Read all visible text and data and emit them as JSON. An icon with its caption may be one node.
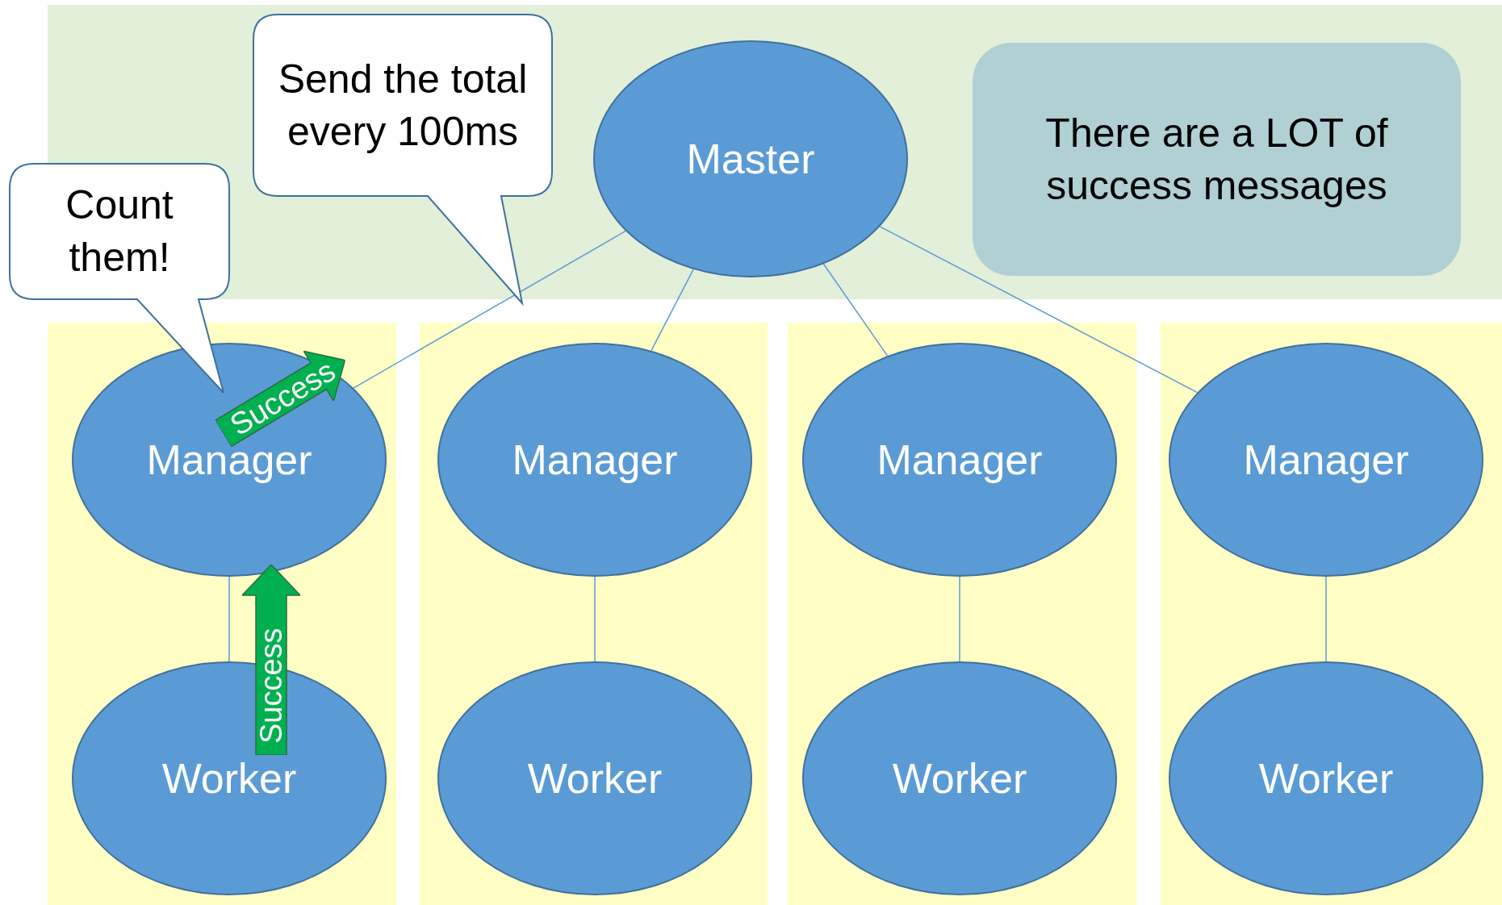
{
  "diagram": {
    "nodes": [
      {
        "text": [],
        "shape": "box"
      },
      {
        "text": [
          "Master"
        ],
        "in": 0
      },
      {
        "text": [
          "There are a LOT of success messages"
        ],
        "in": 0
      },
      {
        "text": [
          "Send the total every 100ms"
        ],
        "in": 0
      },
      {
        "text": [
          "Count them!"
        ]
      },
      {
        "text": [],
        "shape": "box"
      },
      {
        "text": [
          "Manager"
        ],
        "in": 5
      },
      {
        "text": [
          "Worker"
        ],
        "in": 5
      },
      {
        "text": [],
        "shape": "box"
      },
      {
        "text": [
          "Manager"
        ],
        "in": 8
      },
      {
        "text": [
          "Worker"
        ],
        "in": 8
      },
      {
        "text": [],
        "shape": "box"
      },
      {
        "text": [
          "Manager"
        ],
        "in": 11
      },
      {
        "text": [
          "Worker"
        ],
        "in": 11
      },
      {
        "text": [],
        "shape": "box"
      },
      {
        "text": [
          "Manager"
        ],
        "in": 14
      },
      {
        "text": [
          "Worker"
        ],
        "in": 14
      }
    ],
    "edges": [
      {
        "from": 1,
        "to": 6,
        "arrow": "none"
      },
      {
        "from": 1,
        "to": 9,
        "arrow": "none"
      },
      {
        "from": 1,
        "to": 12,
        "arrow": "none"
      },
      {
        "from": 1,
        "to": 15,
        "arrow": "none"
      },
      {
        "from": 6,
        "to": 7,
        "arrow": "none"
      },
      {
        "from": 9,
        "to": 10,
        "arrow": "none"
      },
      {
        "from": 12,
        "to": 13,
        "arrow": "none"
      },
      {
        "from": 15,
        "to": 16,
        "arrow": "none"
      }
    ],
    "labels": [
      "Success",
      "Success"
    ]
  }
}
